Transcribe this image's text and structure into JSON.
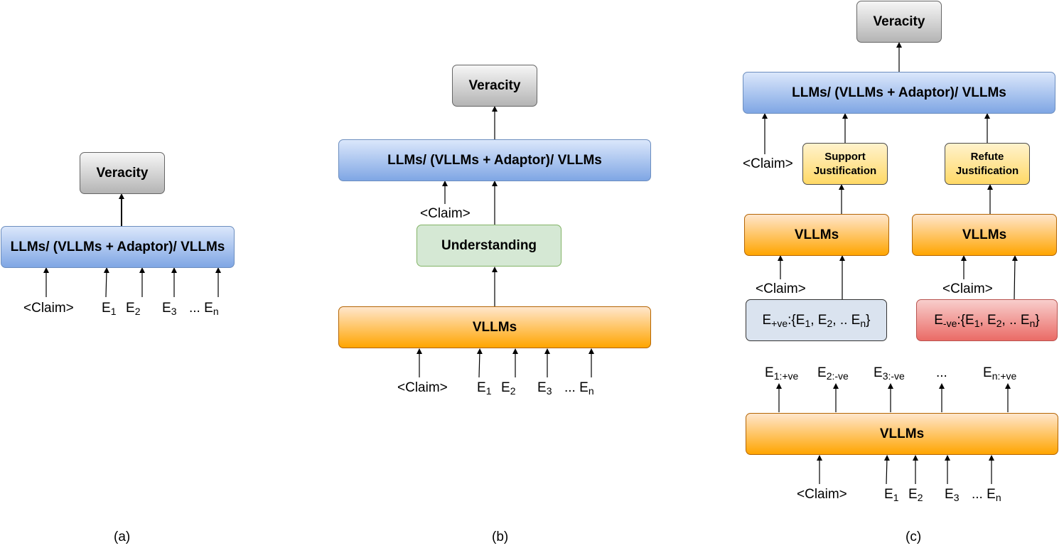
{
  "veracity": "Veracity",
  "llm_stack": "LLMs/ (VLLMs + Adaptor)/ VLLMs",
  "vllms": "VLLMs",
  "understanding": "Understanding",
  "claim": "<Claim>",
  "evidence": {
    "E": "E",
    "s1": "1",
    "s2": "2",
    "s3": "3",
    "sn": "n",
    "ellipsis": "...",
    "ellipsis_dots": "..."
  },
  "support_justification": [
    "Support",
    "Justification"
  ],
  "refute_justification": [
    "Refute",
    "Justification"
  ],
  "pos_set": {
    "prefix": "E",
    "sub": "+ve",
    "open": ":{E",
    "s1": "1",
    "mid1": ", E",
    "s2": "2",
    "mid2": ", .. E",
    "sn": "n",
    "close": "}"
  },
  "neg_set": {
    "prefix": "E",
    "sub": "-ve",
    "open": ":{E",
    "s1": "1",
    "mid1": ", E",
    "s2": "2",
    "mid2": ", .. E",
    "sn": "n",
    "close": "}"
  },
  "labeled_evidence": [
    {
      "E": "E",
      "sub": "1:+ve"
    },
    {
      "E": "E",
      "sub": "2:-ve"
    },
    {
      "E": "E",
      "sub": "3:-ve"
    },
    {
      "E": "...",
      "sub": ""
    },
    {
      "E": "E",
      "sub": "n:+ve"
    }
  ],
  "captions": [
    "(a)",
    "(b)",
    "(c)"
  ]
}
